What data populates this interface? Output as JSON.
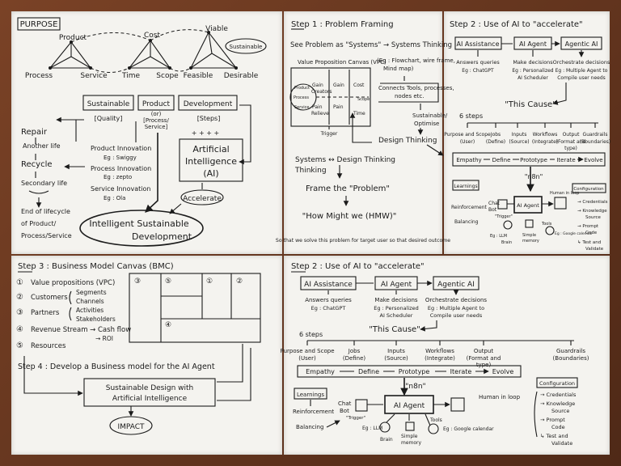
{
  "purpose": {
    "title": "PURPOSE",
    "triangles": [
      "Product",
      "Cost",
      "Viable",
      "Process",
      "Service",
      "Time",
      "Scope",
      "Feasible",
      "Desirable",
      "Sustainable"
    ],
    "pillars": [
      "Sustainable",
      "[Quality]",
      "Product",
      "(or)",
      "[Process/",
      "Service]",
      "Development",
      "[Steps]",
      "+ + + +"
    ],
    "left_items": [
      "Repair",
      "Another life",
      "Recycle",
      "Secondary life",
      "End of lifecycle",
      "of Product/",
      "Process/Service"
    ],
    "innovations": [
      "Product Innovation",
      "Eg : Swiggy",
      "Process Innovation",
      "Eg : zepto",
      "Service Innovation",
      "Eg : Ola"
    ],
    "ai": [
      "Artificial",
      "Intelligence",
      "(AI)"
    ],
    "accelerate": "Accelerate",
    "isd": [
      "Intelligent Sustainable",
      "Development"
    ]
  },
  "step1": {
    "title": "Step 1 : Problem Framing",
    "see": "See Problem as \"Systems\" → Systems Thinking",
    "vpc_title": "Value Proposition Canvas (VPC)",
    "vpc_cells": [
      "Gain",
      "Creators",
      "Gain",
      "Cost",
      "Pain",
      "Relieve",
      "Pain",
      "Time",
      "Product",
      "Process",
      "Service",
      "Scope",
      "Trigger"
    ],
    "eg": [
      "(Eg : Flowchart, wire frame,",
      "Mind map)"
    ],
    "connects": [
      "Connects Tools, processes,",
      "nodes  etc."
    ],
    "optimise": [
      "Sustainable/",
      "Optimise"
    ],
    "design_thinking": "Design Thinking",
    "systems_dt": "Systems ↔ Design Thinking",
    "thinking": "Thinking",
    "frame": "Frame the \"Problem\"",
    "hmw": "\"How Might we (HMW)\"",
    "so_that": "So that we solve this problem for target user so that desired outcome"
  },
  "step2": {
    "title": "Step 2 : Use of AI to \"accelerate\"",
    "boxes": [
      "AI Assistance",
      "AI Agent",
      "Agentic AI"
    ],
    "descs": [
      [
        "Answers queries",
        "Eg : ChatGPT"
      ],
      [
        "Make decisions",
        "Eg : Personalized",
        "AI Scheduler"
      ],
      [
        "Orchestrate decisions",
        "Eg : Multiple Agent to",
        "Compile user needs"
      ]
    ],
    "this_cause": "\"This Cause\"",
    "six_steps": "6 steps",
    "steps": [
      [
        "Purpose and Scope",
        "(User)"
      ],
      [
        "Jobs",
        "(Define)"
      ],
      [
        "Inputs",
        "(Source)"
      ],
      [
        "Workflows",
        "(Integrate)"
      ],
      [
        "Output",
        "(Format and",
        "type)"
      ],
      [
        "Guardrails",
        "(Boundaries)"
      ]
    ],
    "flow": [
      "Empathy",
      "Define",
      "Prototype",
      "Iterate",
      "Evolve"
    ],
    "n8n": "\"n8n\"",
    "learnings": "Learnings",
    "reinforcement": "Reinforcement",
    "balancing": "Balancing",
    "chatbot": [
      "Chat",
      "Bot"
    ],
    "trigger": "\"Trigger\"",
    "agent": "AI Agent",
    "human": "Human in loop",
    "tools": "Tools",
    "llm": "Eg : LLM",
    "brain": "Brain",
    "memory": [
      "Simple",
      "memory"
    ],
    "calendar": "Eg : Google calendar",
    "config": "Configuration",
    "config_items": [
      "→ Credentials",
      "→ Knowledge",
      "Source",
      "→ Prompt",
      "Code",
      "↳ Test and",
      "Validate"
    ]
  },
  "step3": {
    "title": "Step 3 : Business Model Canvas (BMC)",
    "items": [
      [
        "①",
        "Value propositions (VPC)"
      ],
      [
        "②",
        "Customers"
      ],
      [
        "③",
        "Partners"
      ],
      [
        "④",
        "Revenue Stream → Cash flow"
      ],
      [
        "⑤",
        "Resources"
      ]
    ],
    "customers_sub": [
      "Segments",
      "Channels"
    ],
    "partners_sub": [
      "Activities",
      "Stakeholders"
    ],
    "roi": "→ ROI",
    "canvas_nums": [
      "③",
      "⑤",
      "①",
      "②",
      "④"
    ],
    "step4_title": "Step 4 : Develop a Business model for the AI Agent",
    "sd": [
      "Sustainable Design with",
      "Artificial Intelligence"
    ],
    "impact": "IMPACT"
  }
}
